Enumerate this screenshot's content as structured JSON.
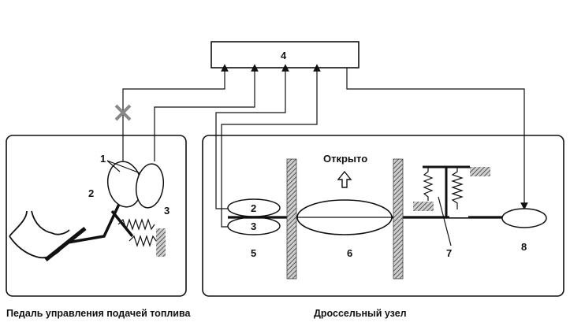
{
  "labels": {
    "ecu": "4",
    "sensor_pair": "1",
    "pedal_sensor_a": "2",
    "pedal_spring": "3",
    "throttle_sensor_top": "2",
    "throttle_sensor_bottom": "3",
    "throttle_sensor_group": "5",
    "throttle_valve": "6",
    "return_spring": "7",
    "motor": "8"
  },
  "open_label": "Открыто",
  "captions": {
    "pedal": "Педаль управления подачей топлива",
    "throttle": "Дроссельный узел"
  },
  "colors": {
    "line": "#111111",
    "hatch": "#7a7a7a",
    "background": "#ffffff"
  },
  "icons": [
    "cross-icon",
    "arrow-up-outline-icon"
  ]
}
